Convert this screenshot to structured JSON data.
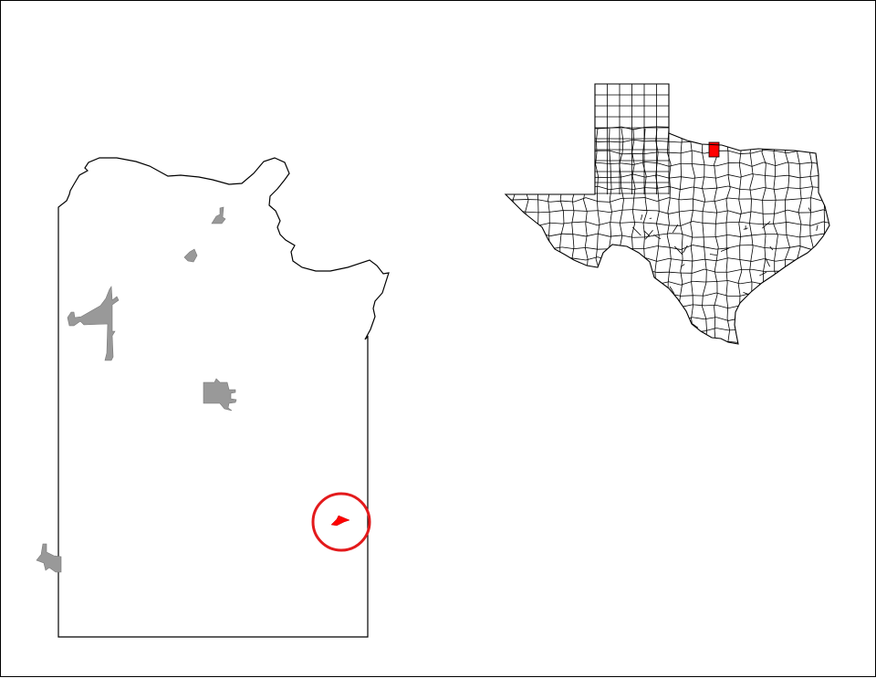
{
  "map": {
    "text_labels": [],
    "colors": {
      "background": "#ffffff",
      "outline": "#000000",
      "other_places": "#999999",
      "highlighted_place": "#ff0000",
      "locator_circle": "#e31a1c",
      "highlighted_county": "#ff0000"
    },
    "layers": [
      "county-outline",
      "other-incorporated-places",
      "highlighted-place",
      "locator-circle",
      "texas-state-outline",
      "texas-county-grid",
      "highlighted-county"
    ]
  }
}
